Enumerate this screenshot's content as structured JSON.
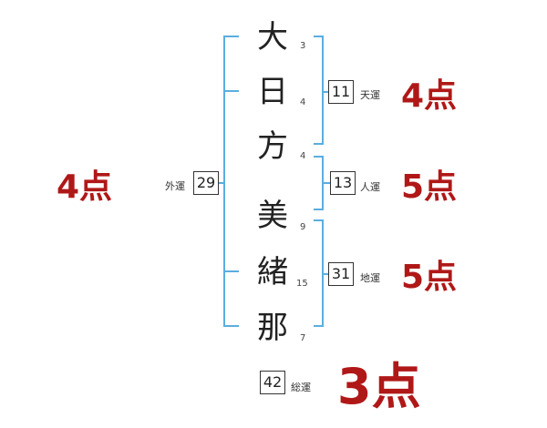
{
  "name_chars": [
    {
      "char": "大",
      "strokes": "3"
    },
    {
      "char": "日",
      "strokes": "4"
    },
    {
      "char": "方",
      "strokes": "4"
    },
    {
      "char": "美",
      "strokes": "9"
    },
    {
      "char": "緒",
      "strokes": "15"
    },
    {
      "char": "那",
      "strokes": "7"
    }
  ],
  "fortunes": {
    "tenun": {
      "value": "11",
      "label": "天運",
      "score": "4点"
    },
    "jinun": {
      "value": "13",
      "label": "人運",
      "score": "5点"
    },
    "chiun": {
      "value": "31",
      "label": "地運",
      "score": "5点"
    },
    "gaiun": {
      "value": "29",
      "label": "外運",
      "score": "4点"
    },
    "souun": {
      "value": "42",
      "label": "総運",
      "score": "3点"
    }
  },
  "colors": {
    "bracket": "#5aaee0",
    "score": "#b01818"
  }
}
